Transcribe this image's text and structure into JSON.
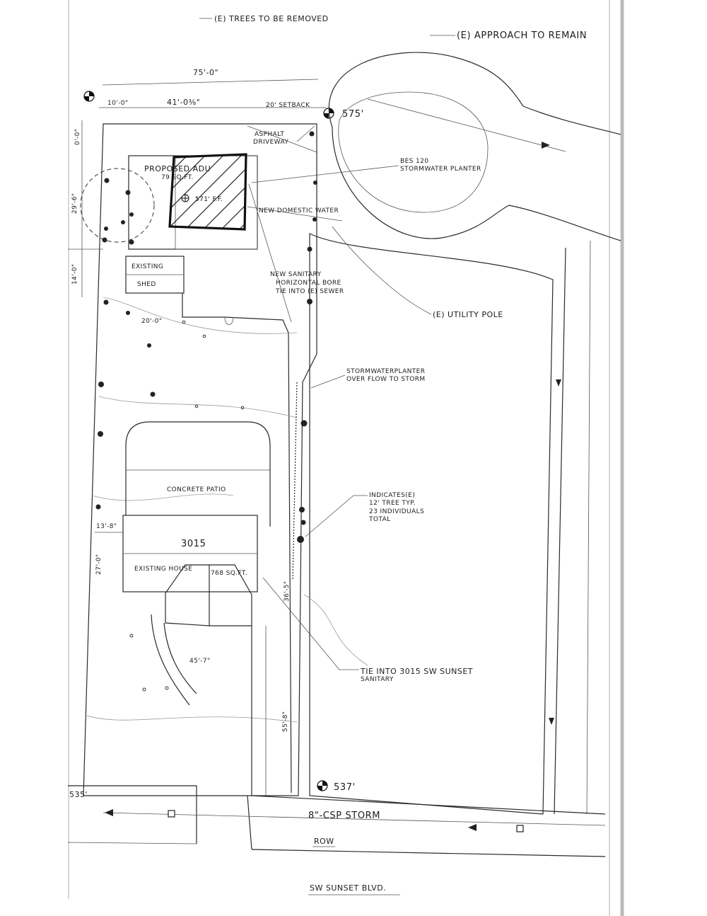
{
  "labels": {
    "trees_removed": "(E) TREES TO BE REMOVED",
    "approach_remain": "(E) APPROACH TO REMAIN",
    "dim_75": "75'-0\"",
    "dim_10": "10'-0\"",
    "dim_41": "41'-0⅜\"",
    "setback_20": "20' SETBACK",
    "elev_575": "575'",
    "asphalt": "ASPHALT",
    "driveway": "DRIVEWAY",
    "planter_code": "BES 120",
    "planter": "STORMWATER PLANTER",
    "adu_1": "PROPOSED ADU",
    "adu_2": "79 SQ.FT.",
    "adu_ff": "571' F.F.",
    "domestic_water": "NEW DOMESTIC WATER",
    "dim_0_left": "0'-0\"",
    "dim_29": "29'-6\"",
    "dim_14": "14'-0\"",
    "shed_1": "EXISTING",
    "shed_2": "SHED",
    "sanitary_1": "NEW SANITARY",
    "sanitary_2": "HORIZONTAL BORE",
    "sanitary_3": "TIE INTO (E) SEWER",
    "utility_pole": "(E) UTILITY POLE",
    "dim_20": "20'-0\"",
    "overflow_1": "STORMWATERPLANTER",
    "overflow_2": "OVER FLOW TO STORM",
    "patio": "CONCRETE PATIO",
    "indicates_1": "INDICATES(E)",
    "indicates_2": "12' TREE TYP.",
    "indicates_3": "23 INDIVIDUALS",
    "indicates_4": "TOTAL",
    "dim_13": "13'-8\"",
    "house_number": "3015",
    "house_1": "EXISTING HOUSE",
    "house_2": "768 SQ.FT.",
    "dim_27": "27'-0\"",
    "dim_36": "36'-5\"",
    "dim_45": "45'-7\"",
    "tie_1": "TIE INTO 3015 SW SUNSET",
    "tie_2": "SANITARY",
    "dim_55": "55'-8\"",
    "elev_537": "537'",
    "elev_535": "535'",
    "storm_pipe": "8\"-CSP STORM",
    "row": "ROW",
    "street": "SW SUNSET BLVD."
  },
  "icons": {
    "benchmark": "benchmark-icon",
    "tree": "tree-icon",
    "cleanout": "cleanout-icon"
  },
  "colors": {
    "ink": "#1c1c1c",
    "paper": "#ffffff"
  }
}
